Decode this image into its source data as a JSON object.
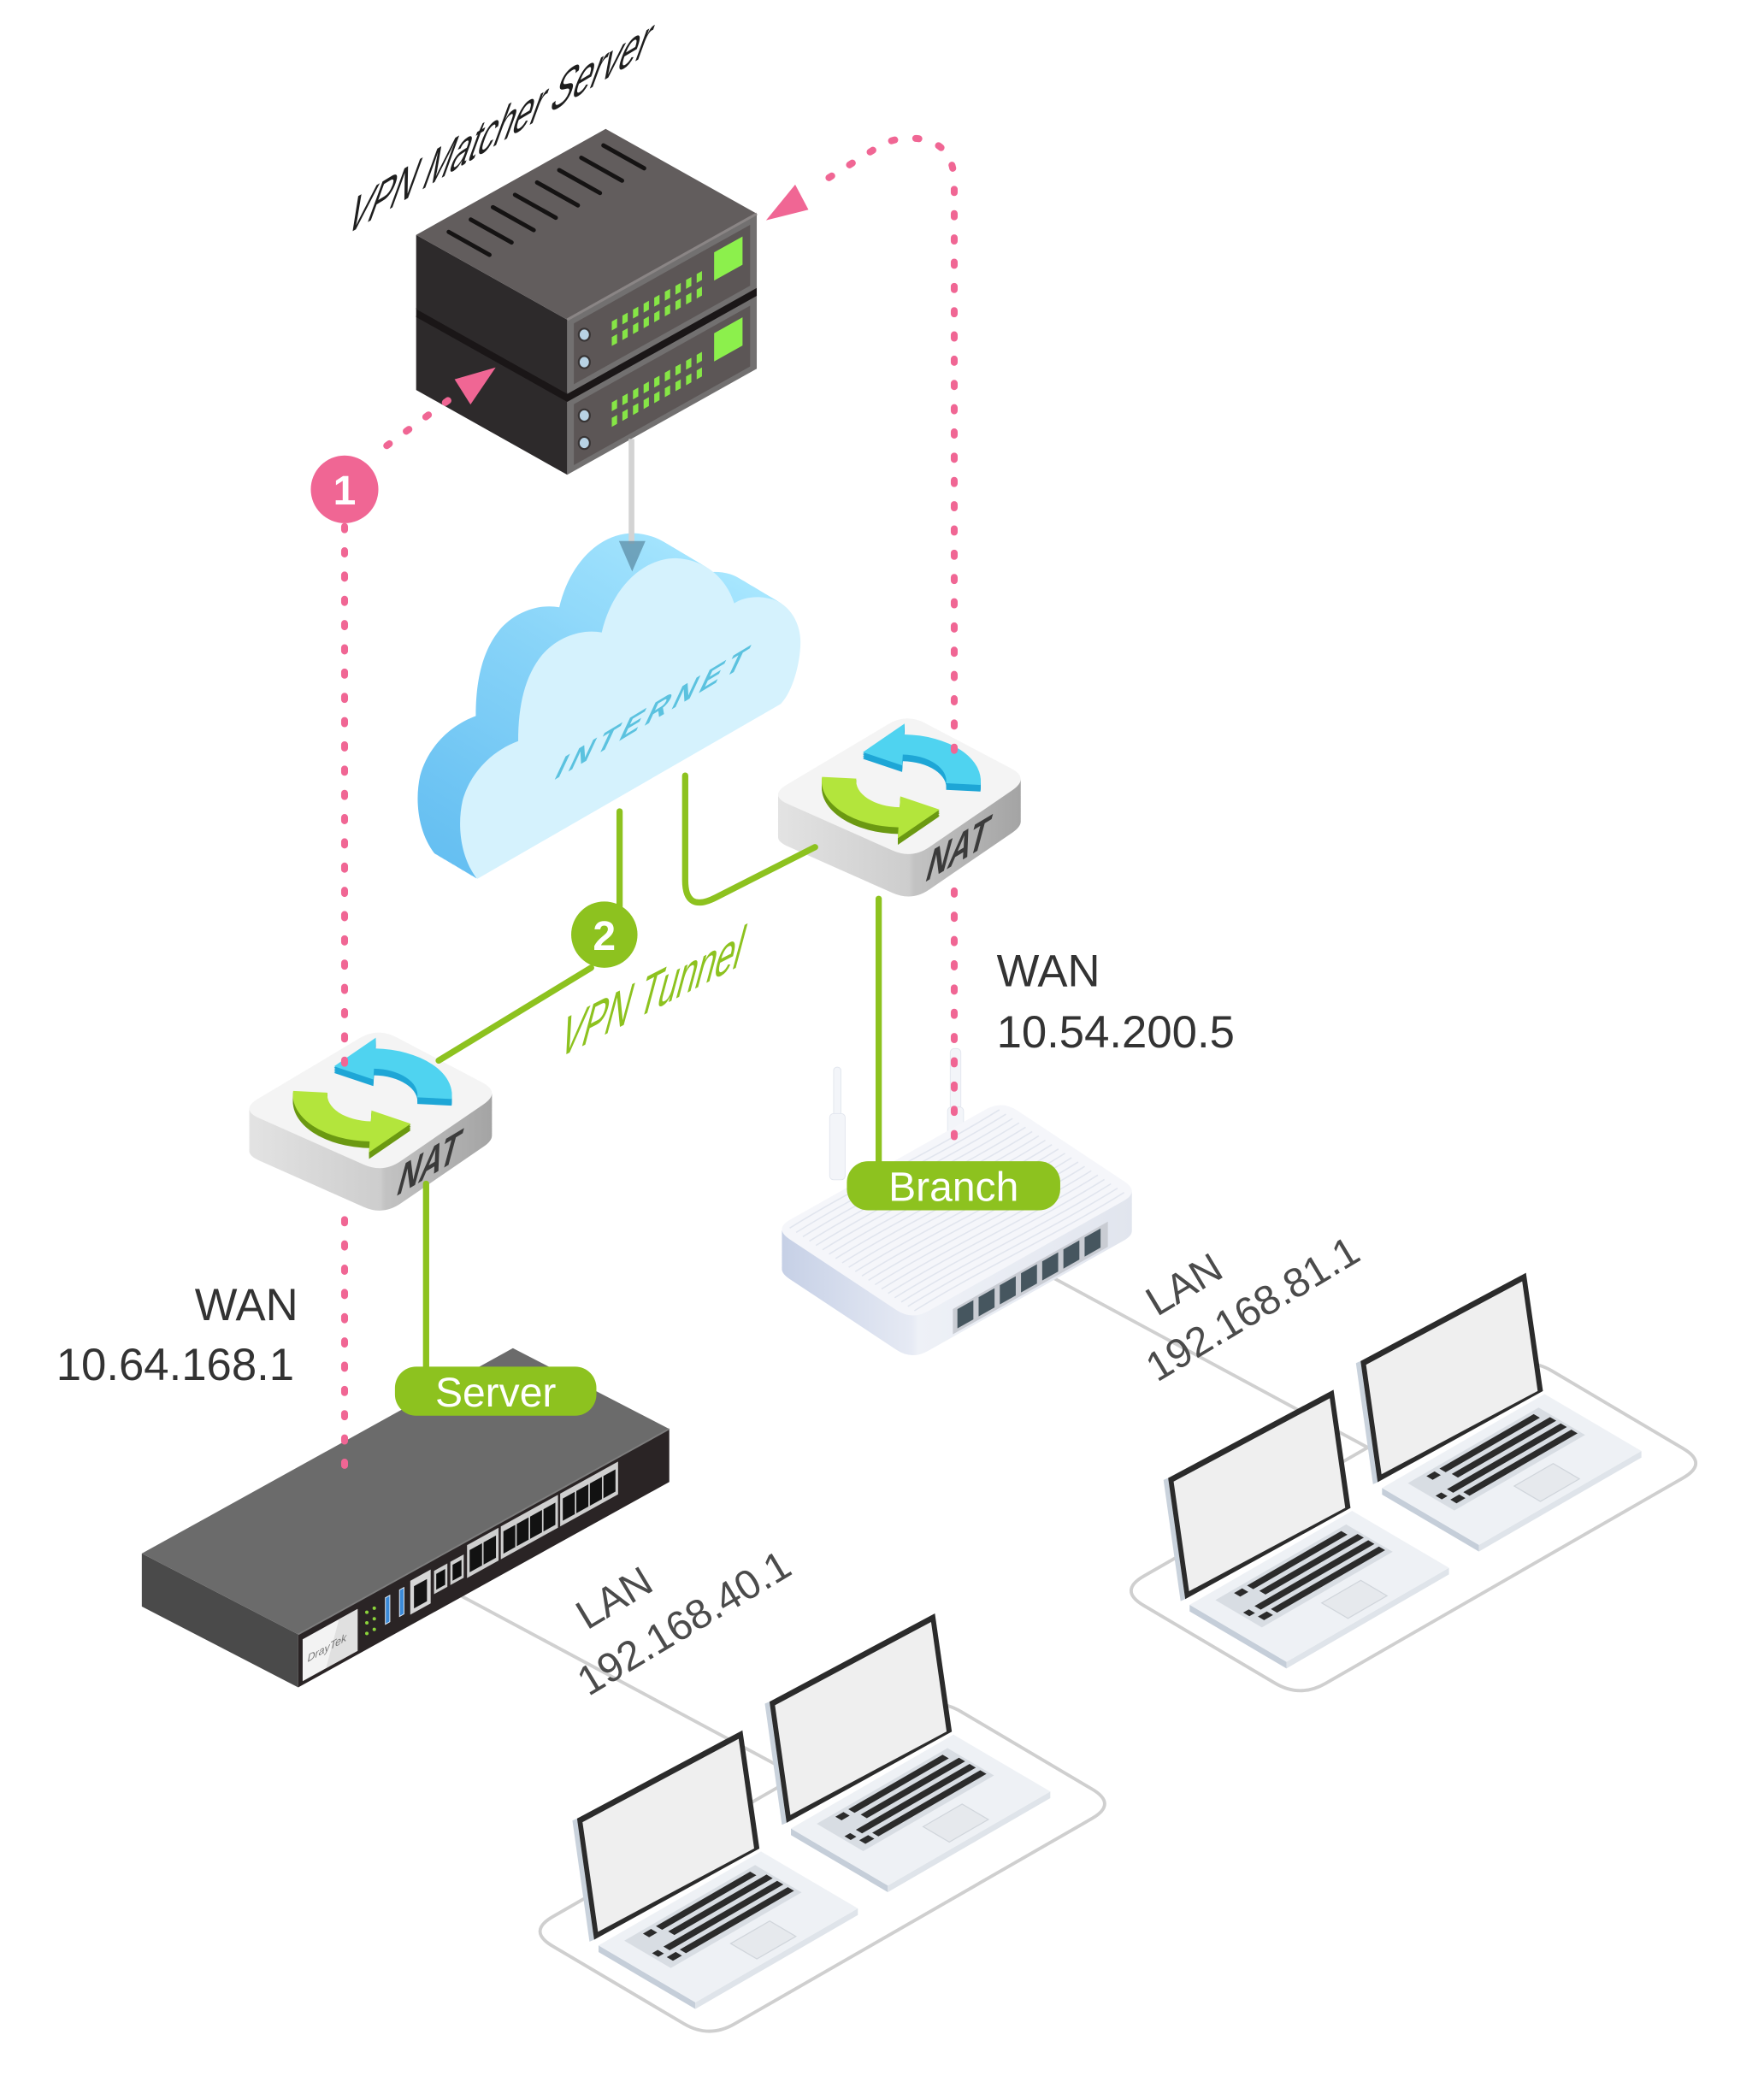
{
  "diagram": {
    "title": "VPN Matcher Server",
    "cloud_label": "INTERNET",
    "tunnel_label": "VPN Tunnel",
    "step_markers": [
      "1",
      "2"
    ],
    "sites": {
      "server": {
        "badge": "Server",
        "nat_label": "NAT",
        "wan_label": "WAN",
        "wan_ip": "10.64.168.1",
        "lan_label": "LAN",
        "lan_ip": "192.168.40.1",
        "device_brand": "DrayTek",
        "lan_clients": 2
      },
      "branch": {
        "badge": "Branch",
        "nat_label": "NAT",
        "wan_label": "WAN",
        "wan_ip": "10.54.200.5",
        "lan_label": "LAN",
        "lan_ip": "192.168.81.1",
        "lan_clients": 2
      }
    },
    "colors": {
      "matcher_signal": "#f06694",
      "vpn_tunnel": "#8dc21f",
      "internet_uplink": "#d3d3d3",
      "nat_arrow_a": "#4fd3f0",
      "nat_arrow_b": "#b3e53c",
      "cloud": "#d5f2fd"
    }
  }
}
